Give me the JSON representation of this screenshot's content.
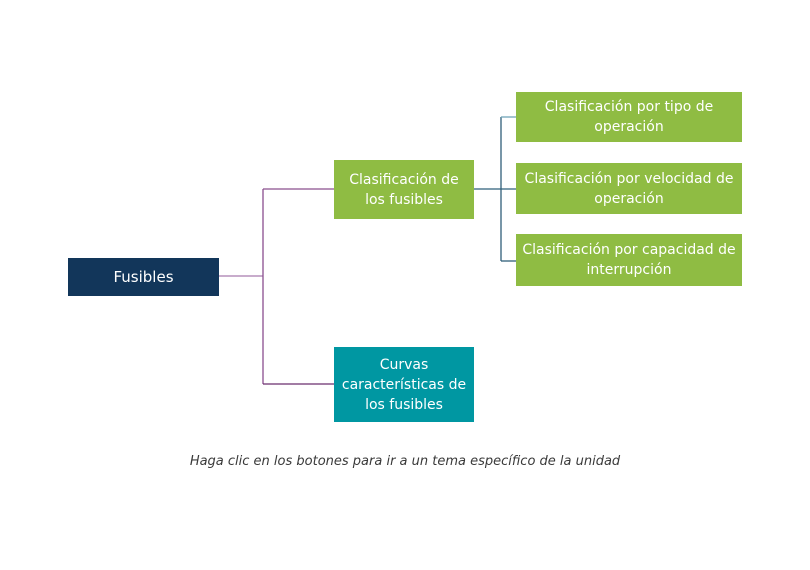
{
  "diagram": {
    "root": {
      "label": "Fusibles",
      "color": "#12365a"
    },
    "branches": [
      {
        "label": "Clasificación de los fusibles",
        "color": "#8fbc43",
        "children": [
          {
            "label": "Clasificación por tipo de operación",
            "color": "#8fbc43"
          },
          {
            "label": "Clasificación por velocidad de operación",
            "color": "#8fbc43"
          },
          {
            "label": "Clasificación por capacidad de interrupción",
            "color": "#8fbc43"
          }
        ]
      },
      {
        "label": "Curvas características de los fusibles",
        "color": "#0097a2",
        "children": []
      }
    ],
    "connector_colors": {
      "root_links": "#8a4f8e",
      "sub_links": "#2f5f7a"
    }
  },
  "caption": "Haga clic en los botones para ir a un tema específico de la unidad"
}
